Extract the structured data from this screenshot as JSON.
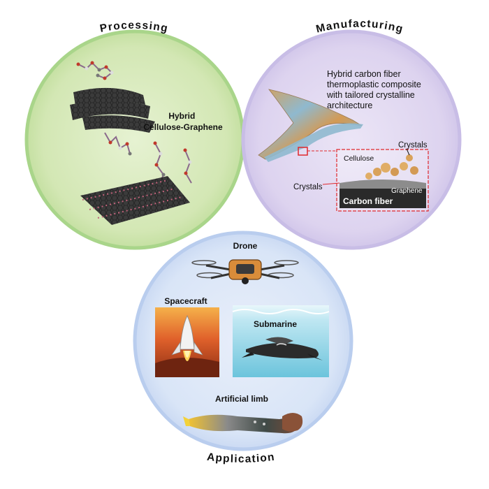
{
  "titles": {
    "processing": "Processing",
    "manufacturing": "Manufacturing",
    "application": "Application"
  },
  "processing": {
    "label_line1": "Hybrid",
    "label_line2": "Cellulose-Graphene"
  },
  "manufacturing": {
    "desc_line1": "Hybrid carbon fiber",
    "desc_line2": "thermoplastic composite",
    "desc_line3": "with tailored crystalline",
    "desc_line4": "architecture",
    "inset": {
      "crystals_top": "Crystals",
      "cellulose": "Cellulose",
      "crystals_left": "Crystals",
      "graphene": "Graphene",
      "carbon_fiber": "Carbon fiber"
    }
  },
  "application": {
    "drone": "Drone",
    "spacecraft": "Spacecraft",
    "submarine": "Submarine",
    "artificial_limb": "Artificial limb"
  },
  "colors": {
    "processing_fill": "#d3e7b4",
    "processing_ring": "#a9d58a",
    "manufacturing_fill": "#ddd3ef",
    "manufacturing_ring": "#c8bde6",
    "application_fill": "#d9e5f7",
    "application_ring": "#b9cdee",
    "callout_red": "#e0282c"
  }
}
